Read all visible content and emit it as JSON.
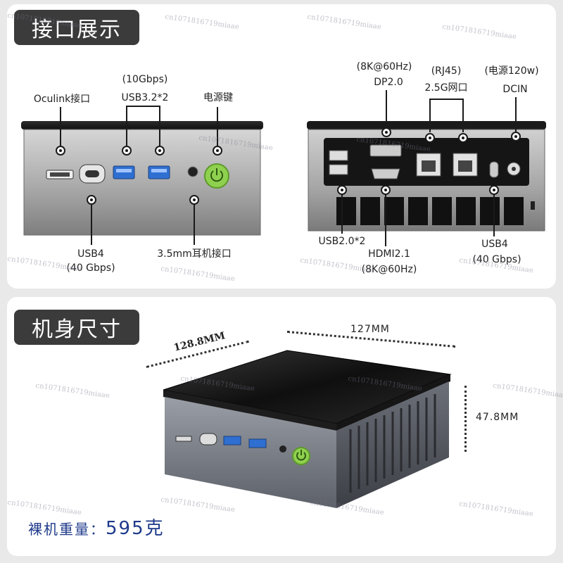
{
  "sections": {
    "ports_title": "接口展示",
    "size_title": "机身尺寸"
  },
  "front": {
    "oculink": "Oculink接口",
    "usb32_speed": "(10Gbps)",
    "usb32": "USB3.2*2",
    "power_key": "电源键",
    "usb4": "USB4",
    "usb4_speed": "(40 Gbps)",
    "audio": "3.5mm耳机接口"
  },
  "rear": {
    "dp_res": "(8K@60Hz)",
    "dp": "DP2.0",
    "rj45": "(RJ45)",
    "lan": "2.5G网口",
    "power_spec": "(电源120w)",
    "dcin": "DCIN",
    "usb20": "USB2.0*2",
    "hdmi": "HDMI2.1",
    "hdmi_res": "(8K@60Hz)",
    "usb4": "USB4",
    "usb4_speed": "(40 Gbps)"
  },
  "dimensions": {
    "depth": "128.8MM",
    "width": "127MM",
    "height": "47.8MM"
  },
  "weight": {
    "label": "裸机重量：",
    "value": "595克"
  },
  "watermark": "cn1071816719miaae",
  "colors": {
    "tag_bg": "#3b3b3b",
    "usb3_blue": "#2f6fd1",
    "power_green": "#8fd14f",
    "weight_text": "#1e3a8a"
  },
  "icons": [
    "power-icon",
    "usb-port-icon",
    "rj45-port-icon",
    "hdmi-port-icon",
    "dc-jack-icon"
  ]
}
